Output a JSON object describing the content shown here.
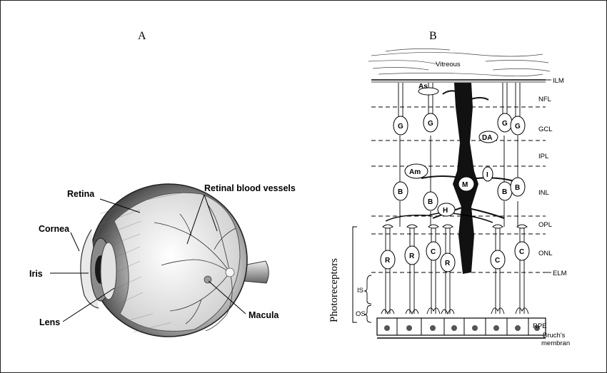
{
  "panels": {
    "a": {
      "label": "A",
      "labels": {
        "retina": "Retina",
        "retinal_vessels": "Retinal blood vessels",
        "cornea": "Cornea",
        "iris": "Iris",
        "lens": "Lens",
        "macula": "Macula"
      }
    },
    "b": {
      "label": "B",
      "vitreous": "Vitreous",
      "layers": [
        "ILM",
        "NFL",
        "GCL",
        "IPL",
        "INL",
        "OPL",
        "ONL",
        "ELM",
        "RPE"
      ],
      "bruch_line1": "Bruch's",
      "bruch_line2": "membran",
      "photoreceptors": "Photoreceptors",
      "segments": [
        "IS",
        "OS"
      ],
      "cells": {
        "astrocyte": "As",
        "ganglion": "G",
        "displaced_amacrine": "DA",
        "amacrine": "Am",
        "muller": "M",
        "interplexiform": "I",
        "bipolar": "B",
        "horizontal": "H",
        "rod": "R",
        "cone": "C"
      }
    }
  }
}
